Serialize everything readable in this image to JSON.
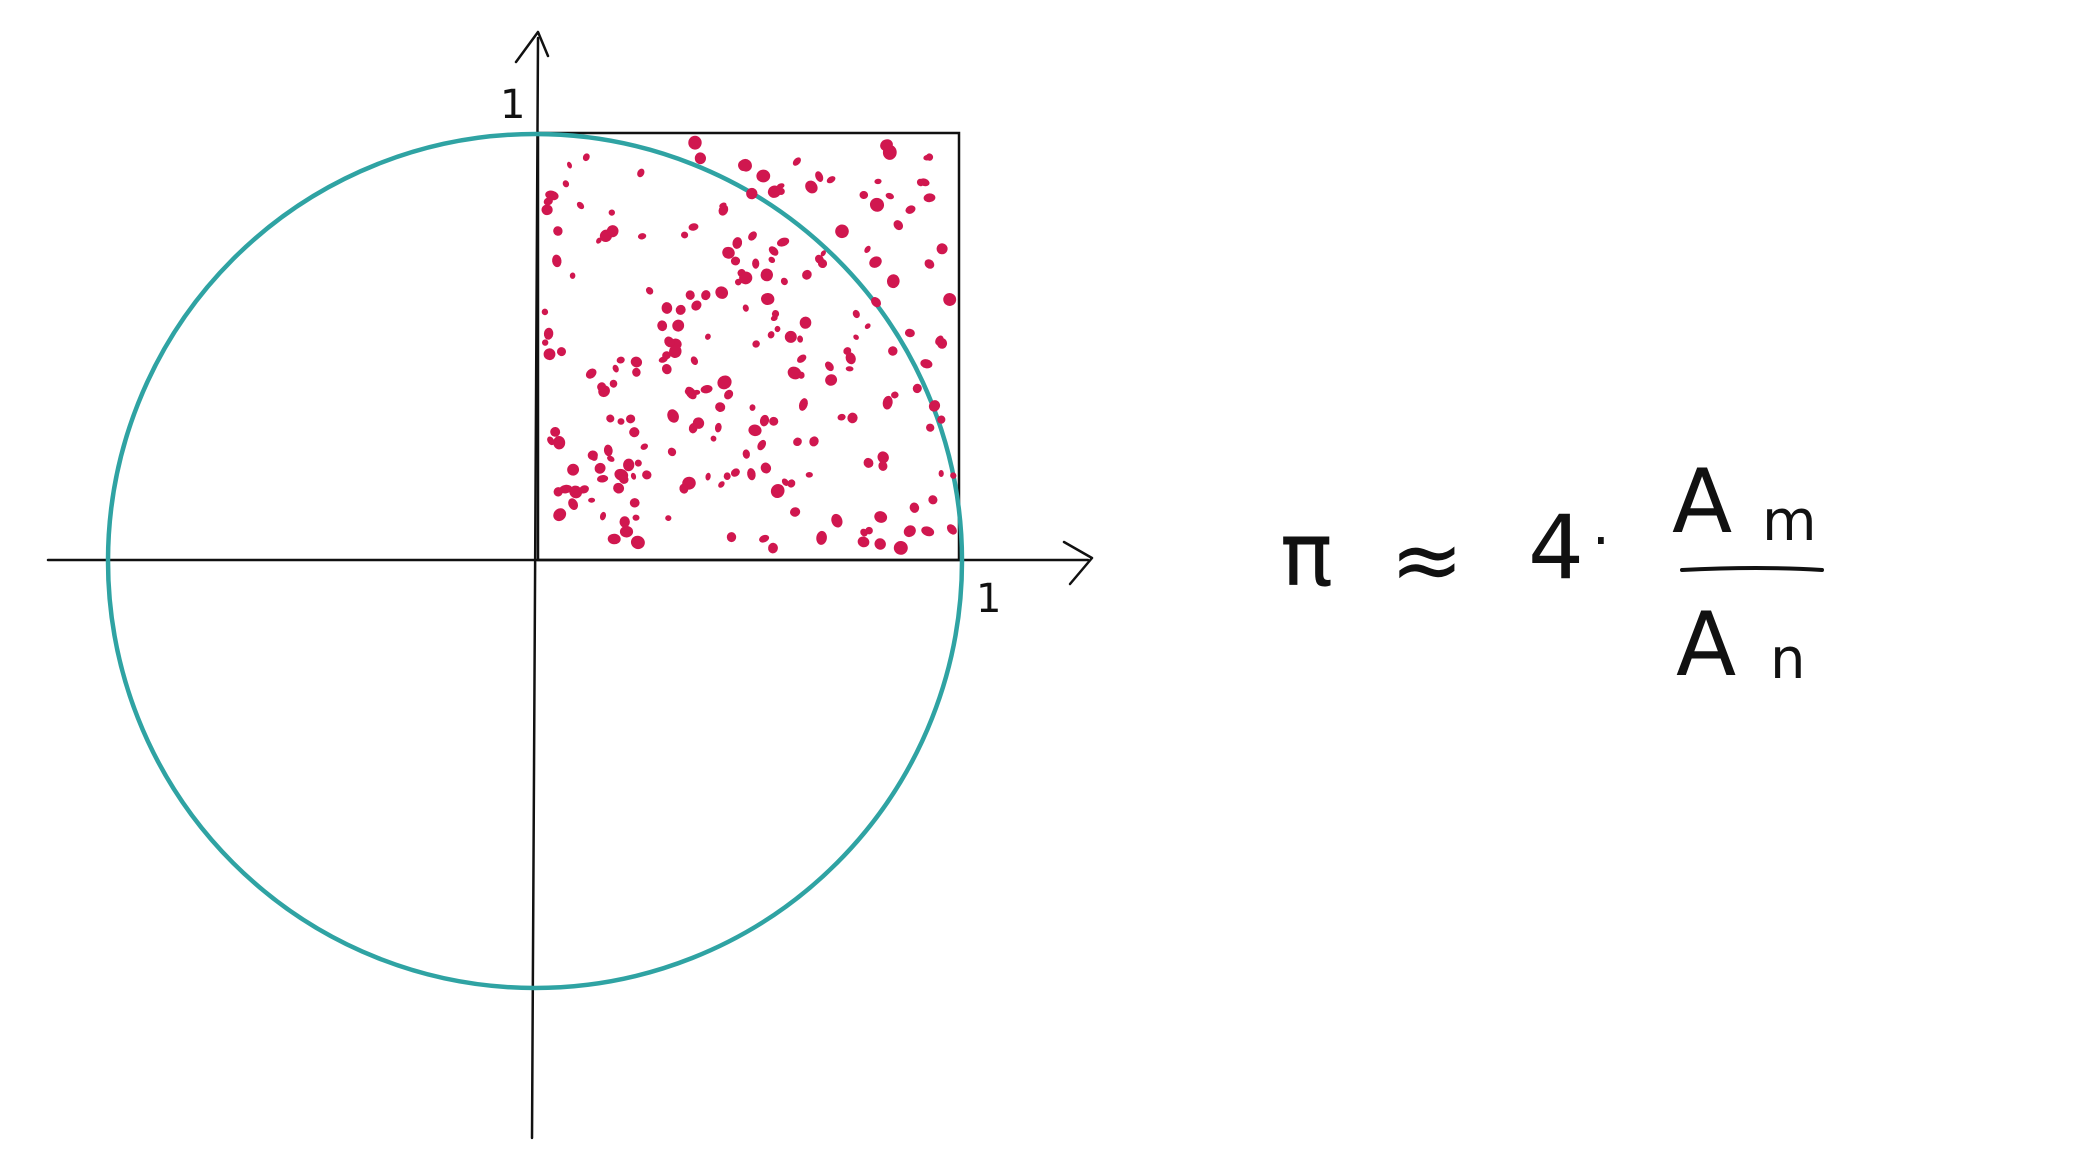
{
  "diagram": {
    "x_axis_tick": "1",
    "y_axis_tick": "1",
    "formula": {
      "lhs": "π",
      "approx": "≈",
      "factor": "4",
      "dot": "·",
      "numerator_symbol": "A",
      "numerator_subscript": "m",
      "denominator_symbol": "A",
      "denominator_subscript": "n"
    },
    "colors": {
      "circle": "#2fa3a3",
      "points": "#d0174f",
      "ink": "#111111"
    }
  }
}
